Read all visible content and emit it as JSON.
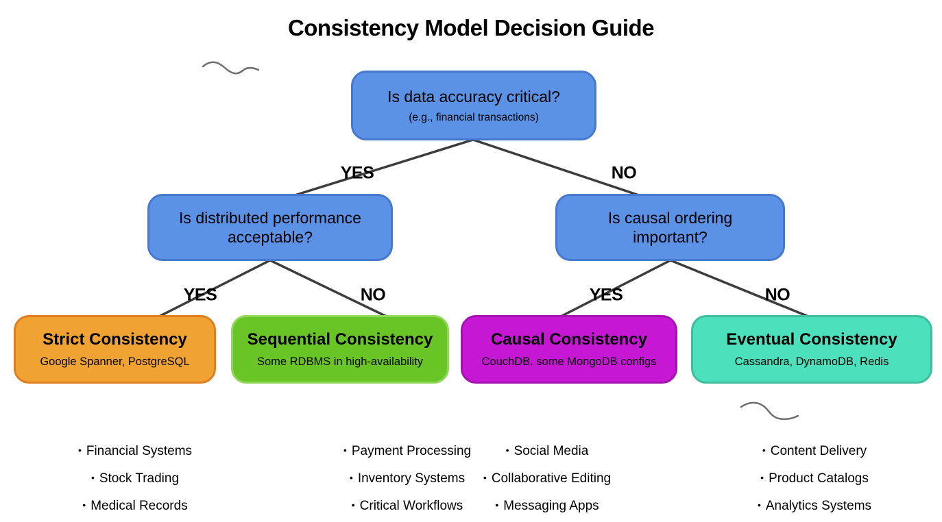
{
  "title": "Consistency Model Decision Guide",
  "edge_labels": {
    "yes": "YES",
    "no": "NO"
  },
  "questions": {
    "root": {
      "text": "Is data accuracy critical?",
      "hint": "(e.g., financial transactions)"
    },
    "performance": {
      "text": "Is distributed performance acceptable?"
    },
    "causal": {
      "text": "Is causal ordering important?"
    }
  },
  "leaves": [
    {
      "title": "Strict Consistency",
      "examples": "Google Spanner, PostgreSQL"
    },
    {
      "title": "Sequential Consistency",
      "examples": "Some RDBMS in high-availability"
    },
    {
      "title": "Causal Consistency",
      "examples": "CouchDB, some MongoDB configs"
    },
    {
      "title": "Eventual Consistency",
      "examples": "Cassandra, DynamoDB, Redis"
    }
  ],
  "use_case_columns": [
    {
      "items": [
        "Financial Systems",
        "Stock Trading",
        "Medical Records"
      ]
    },
    {
      "items": [
        "Payment Processing",
        "Inventory Systems",
        "Critical Workflows"
      ]
    },
    {
      "items": [
        "Social Media",
        "Collaborative Editing",
        "Messaging Apps"
      ]
    },
    {
      "items": [
        "Content Delivery",
        "Product Catalogs",
        "Analytics Systems"
      ]
    }
  ],
  "colors": {
    "question_fill": "#5B92E5",
    "question_border": "#4679CE",
    "strict_fill": "#F0A232",
    "strict_border": "#DE7E1E",
    "sequential_fill": "#69C526",
    "sequential_border": "#92D65A",
    "causal_fill": "#C617D4",
    "causal_border": "#A412B0",
    "eventual_fill": "#4DE0BC",
    "eventual_border": "#3FBD9E",
    "edge": "#3D3D3D",
    "squiggle": "#6E6E6E",
    "text": "#000000"
  }
}
